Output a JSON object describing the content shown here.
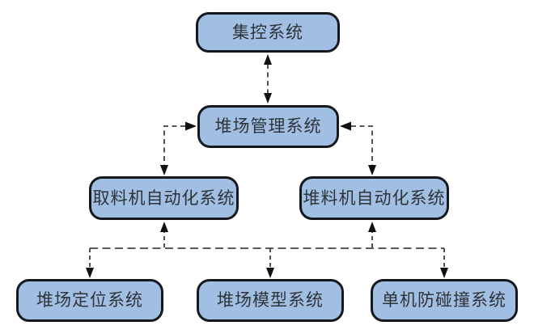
{
  "diagram": {
    "type": "flowchart",
    "background": "#ffffff",
    "node_style": {
      "fill": "#a0bfe3",
      "border": "#15181c",
      "text_color": "#2e3338"
    },
    "connector_style": {
      "line_color": "#3f3f3f",
      "bus_color": "#5a5a5a",
      "arrow_color": "#111111",
      "pattern": "dashed"
    },
    "nodes": [
      {
        "id": "central-control",
        "label": "集控系统"
      },
      {
        "id": "yard-management",
        "label": "堆场管理系统"
      },
      {
        "id": "reclaimer-automation",
        "label": "取料机自动化系统"
      },
      {
        "id": "stacker-automation",
        "label": "堆料机自动化系统"
      },
      {
        "id": "yard-positioning",
        "label": "堆场定位系统"
      },
      {
        "id": "yard-model",
        "label": "堆场模型系统"
      },
      {
        "id": "anti-collision",
        "label": "单机防碰撞系统"
      }
    ],
    "edges": [
      {
        "from": "central-control",
        "to": "yard-management",
        "style": "dashed",
        "arrows": "both",
        "route": "straight-vertical"
      },
      {
        "from": "yard-management",
        "to": "reclaimer-automation",
        "style": "dashed",
        "arrows": "both",
        "route": "elbow-left"
      },
      {
        "from": "yard-management",
        "to": "stacker-automation",
        "style": "dashed",
        "arrows": "both",
        "route": "elbow-right"
      },
      {
        "from": "bottom-bus",
        "to": "reclaimer-automation",
        "style": "dashed",
        "arrows": "up"
      },
      {
        "from": "bottom-bus",
        "to": "stacker-automation",
        "style": "dashed",
        "arrows": "up"
      },
      {
        "from": "bottom-bus",
        "to": "yard-positioning",
        "style": "dashed",
        "arrows": "down"
      },
      {
        "from": "bottom-bus",
        "to": "yard-model",
        "style": "dashed",
        "arrows": "down"
      },
      {
        "from": "bottom-bus",
        "to": "anti-collision",
        "style": "dashed",
        "arrows": "down"
      }
    ]
  }
}
